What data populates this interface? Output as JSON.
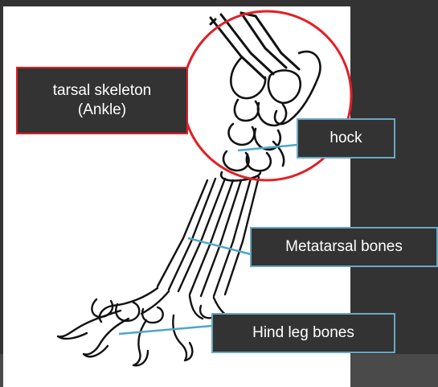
{
  "labels": {
    "tarsal": "tarsal skeleton\n(Ankle)",
    "hock": "hock",
    "metatarsal": "Metatarsal bones",
    "hind_leg": "Hind leg bones"
  },
  "colors": {
    "background": "#333333",
    "panel": "#ffffff",
    "highlight_circle": "#e21f26",
    "leader_line": "#4ea6c8",
    "label_fill": "#333333",
    "label_text": "#ffffff"
  }
}
